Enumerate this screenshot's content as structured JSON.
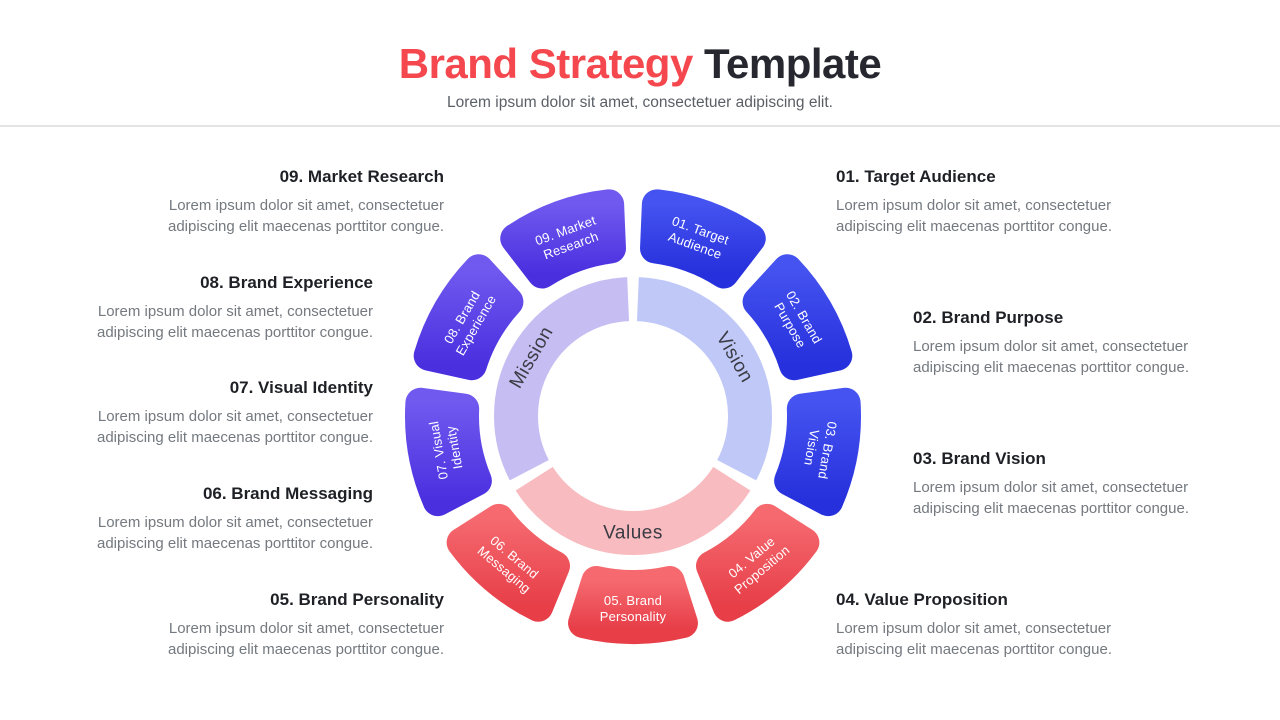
{
  "header": {
    "title_accent": "Brand Strategy ",
    "title_rest": "Template",
    "subtitle": "Lorem ipsum dolor sit amet, consectetuer adipiscing elit.",
    "accent_color": "#F4484E",
    "title_color": "#272730"
  },
  "items": {
    "left": [
      {
        "heading": "09. Market Research",
        "body": [
          "Lorem ipsum dolor sit amet, consectetuer",
          "adipiscing elit maecenas porttitor congue."
        ]
      },
      {
        "heading": "08. Brand Experience",
        "body": [
          "Lorem ipsum dolor sit amet, consectetuer",
          "adipiscing elit maecenas porttitor congue."
        ]
      },
      {
        "heading": "07. Visual Identity",
        "body": [
          "Lorem ipsum dolor sit amet, consectetuer",
          "adipiscing elit maecenas porttitor congue."
        ]
      },
      {
        "heading": "06. Brand Messaging",
        "body": [
          "Lorem ipsum dolor sit amet, consectetuer",
          "adipiscing elit maecenas porttitor congue."
        ]
      },
      {
        "heading": "05. Brand Personality",
        "body": [
          "Lorem ipsum dolor sit amet, consectetuer",
          "adipiscing elit maecenas porttitor congue."
        ]
      }
    ],
    "right": [
      {
        "heading": "01. Target Audience",
        "body": [
          "Lorem ipsum dolor sit amet, consectetuer",
          "adipiscing elit maecenas porttitor congue."
        ]
      },
      {
        "heading": "02. Brand Purpose",
        "body": [
          "Lorem ipsum dolor sit amet, consectetuer",
          "adipiscing elit maecenas porttitor congue."
        ]
      },
      {
        "heading": "03. Brand Vision",
        "body": [
          "Lorem ipsum dolor sit amet, consectetuer",
          "adipiscing elit maecenas porttitor congue."
        ]
      },
      {
        "heading": "04. Value Proposition",
        "body": [
          "Lorem ipsum dolor sit amet, consectetuer",
          "adipiscing elit maecenas porttitor congue."
        ]
      }
    ]
  },
  "wheel": {
    "segments": [
      {
        "lines": [
          "01. Target",
          "Audience"
        ],
        "group": "blue"
      },
      {
        "lines": [
          "02. Brand",
          "Purpose"
        ],
        "group": "blue"
      },
      {
        "lines": [
          "03. Brand",
          "Vision"
        ],
        "group": "blue"
      },
      {
        "lines": [
          "04. Value",
          "Proposition"
        ],
        "group": "red"
      },
      {
        "lines": [
          "05. Brand",
          "Personality"
        ],
        "group": "red"
      },
      {
        "lines": [
          "06. Brand",
          "Messaging"
        ],
        "group": "red"
      },
      {
        "lines": [
          "07. Visual",
          "Identity"
        ],
        "group": "purple"
      },
      {
        "lines": [
          "08. Brand",
          "Experience"
        ],
        "group": "purple"
      },
      {
        "lines": [
          "09. Market",
          "Research"
        ],
        "group": "purple"
      }
    ],
    "gradients": {
      "blue": [
        "#4553F0",
        "#2630DC"
      ],
      "red": [
        "#F5696F",
        "#E73E48"
      ],
      "purple": [
        "#7059EF",
        "#4A2FDF"
      ]
    },
    "arcs": [
      {
        "label": "Vision",
        "start": 2.4,
        "end": 117.6,
        "label_angle": 60,
        "label_rotation": 60,
        "color": "#BFC8F7"
      },
      {
        "label": "Values",
        "start": 122.4,
        "end": 237.6,
        "label_angle": 180,
        "label_rotation": 0,
        "color": "#F8BBC0"
      },
      {
        "label": "Mission",
        "start": 242.4,
        "end": 357.6,
        "label_angle": 300,
        "label_rotation": -60,
        "color": "#C6BEF2"
      }
    ],
    "ring_label_color": "#3A3B43"
  }
}
